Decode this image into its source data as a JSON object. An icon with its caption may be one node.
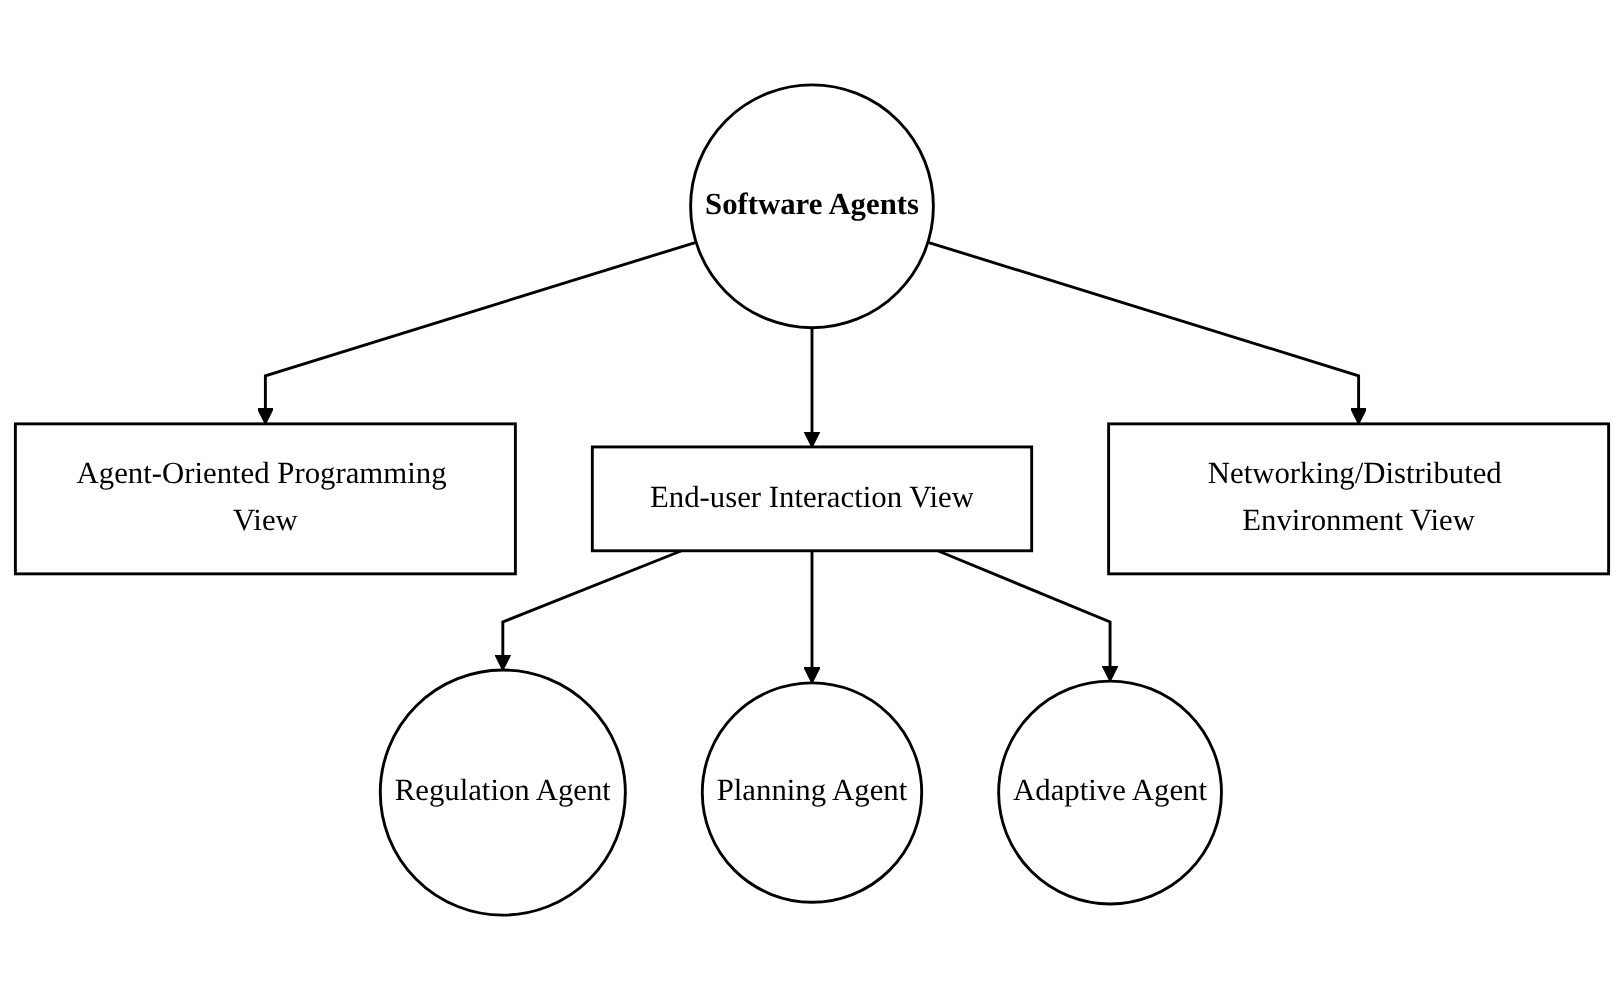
{
  "diagram": {
    "nodes": [
      {
        "text": [
          "Software Agents"
        ]
      },
      {
        "text": [
          "Agent-Oriented Programming View"
        ]
      },
      {
        "text": [
          "End-user Interaction View"
        ]
      },
      {
        "text": [
          "Networking/Distributed Environment View"
        ]
      },
      {
        "text": [
          "Regulation Agent"
        ]
      },
      {
        "text": [
          "Planning Agent"
        ]
      },
      {
        "text": [
          "Adaptive Agent"
        ]
      }
    ],
    "edges": [
      {
        "from": 0,
        "to": 1,
        "arrow": "to"
      },
      {
        "from": 0,
        "to": 2,
        "arrow": "to"
      },
      {
        "from": 0,
        "to": 3,
        "arrow": "to"
      },
      {
        "from": 2,
        "to": 4,
        "arrow": "to"
      },
      {
        "from": 2,
        "to": 5,
        "arrow": "to"
      },
      {
        "from": 2,
        "to": 6,
        "arrow": "to"
      }
    ]
  }
}
